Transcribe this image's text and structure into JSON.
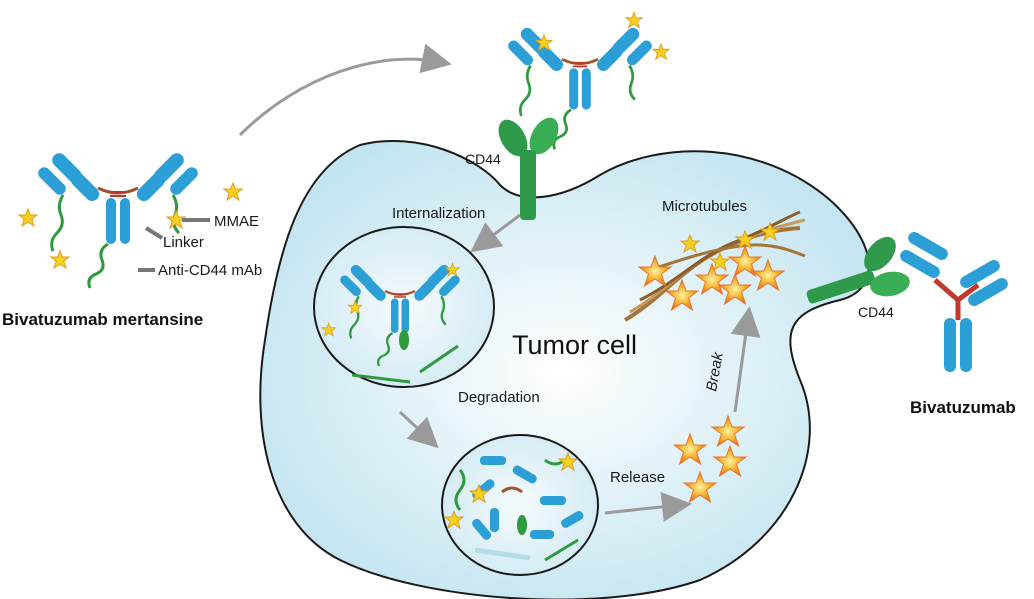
{
  "labels": {
    "drug_name": "Bivatuzumab mertansine",
    "mmae": "MMAE",
    "linker": "Linker",
    "antibody": "Anti-CD44 mAb",
    "cd44_top": "CD44",
    "cd44_right": "CD44",
    "internalization": "Internalization",
    "degradation": "Degradation",
    "release": "Release",
    "break": "Break",
    "microtubules": "Microtubules",
    "tumor_cell": "Tumor cell",
    "bivatuzumab": "Bivatuzumab"
  },
  "colors": {
    "antibody_blue": "#2b9fd6",
    "linker_green": "#2e9a3e",
    "drug_star": "#f5d21e",
    "disulfide_red": "#c0392b",
    "receptor_green": "#2f9a4a",
    "cell_fill": "#dff0f7",
    "arrow_gray": "#9a9a9a",
    "microtubule_brown": "#a4753a"
  },
  "icons": [
    "antibody-drug-conjugate-icon",
    "cd44-receptor-icon",
    "endosome-icon",
    "lysosome-icon",
    "microtubule-icon",
    "payload-star-icon",
    "antibody-icon"
  ]
}
